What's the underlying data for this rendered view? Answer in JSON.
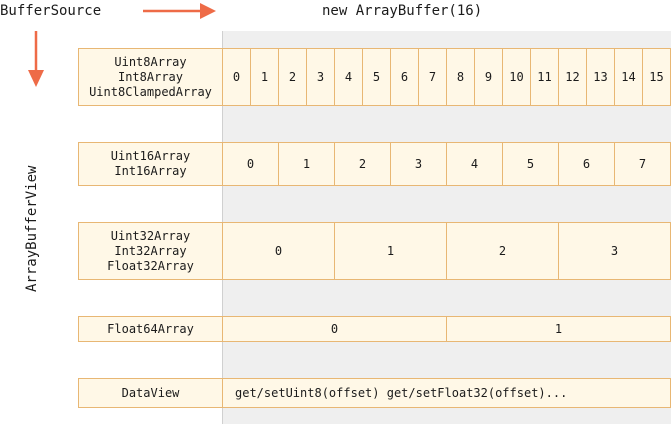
{
  "labels": {
    "buffer_source": "BufferSource",
    "array_buffer": "new ArrayBuffer(16)",
    "array_buffer_view": "ArrayBufferView"
  },
  "rows": {
    "uint8": {
      "types": [
        "Uint8Array",
        "Int8Array",
        "Uint8ClampedArray"
      ],
      "cells": [
        "0",
        "1",
        "2",
        "3",
        "4",
        "5",
        "6",
        "7",
        "8",
        "9",
        "10",
        "11",
        "12",
        "13",
        "14",
        "15"
      ]
    },
    "uint16": {
      "types": [
        "Uint16Array",
        "Int16Array"
      ],
      "cells": [
        "0",
        "1",
        "2",
        "3",
        "4",
        "5",
        "6",
        "7"
      ]
    },
    "uint32": {
      "types": [
        "Uint32Array",
        "Int32Array",
        "Float32Array"
      ],
      "cells": [
        "0",
        "1",
        "2",
        "3"
      ]
    },
    "float64": {
      "types": [
        "Float64Array"
      ],
      "cells": [
        "0",
        "1"
      ]
    },
    "dataview": {
      "types": [
        "DataView"
      ],
      "methods": "get/setUint8(offset) get/setFloat32(offset)..."
    }
  },
  "colors": {
    "arrow": "#ee6b47",
    "cell_border": "#e8b774",
    "cell_fill": "#fff8e7",
    "memory_area": "#efefef"
  }
}
